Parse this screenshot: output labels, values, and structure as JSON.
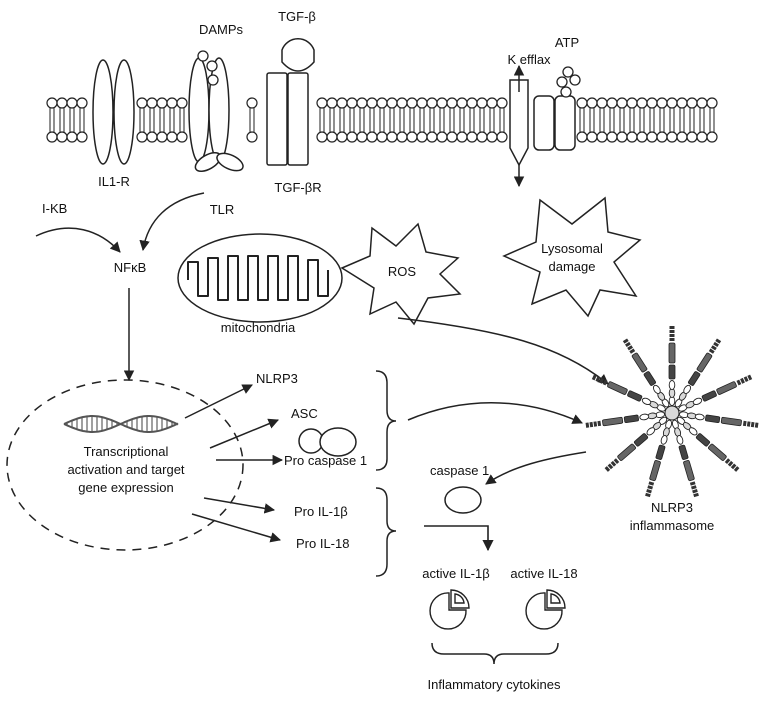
{
  "membrane_labels": {
    "damps": "DAMPs",
    "tgfb": "TGF-β",
    "atp": "ATP",
    "k_efflux": "K efflax",
    "il1r": "IL1-R",
    "tlr": "TLR",
    "tgfbr": "TGF-βR"
  },
  "signaling": {
    "ikb": "I-KB",
    "nfkb": "NFκB",
    "mitochondria": "mitochondria",
    "ros": "ROS",
    "lysosomal": [
      "Lysosomal",
      "damage"
    ]
  },
  "nucleus": {
    "text": [
      "Transcriptional",
      "activation and target",
      "gene expression"
    ]
  },
  "products": {
    "nlrp3": "NLRP3",
    "asc": "ASC",
    "pro_caspase": "Pro caspase 1",
    "pro_il1b": "Pro IL-1β",
    "pro_il18": "Pro IL-18"
  },
  "inflammasome": {
    "label": [
      "NLRP3",
      "inflammasome"
    ]
  },
  "cytokines": {
    "caspase1": "caspase 1",
    "active_il1b": "active IL-1β",
    "active_il18": "active IL-18",
    "footer": "Inflammatory cytokines"
  },
  "colors": {
    "stroke": "#222222",
    "fill": "#ffffff",
    "dark_unit": "#444444",
    "light_unit": "#d9d9d9"
  }
}
